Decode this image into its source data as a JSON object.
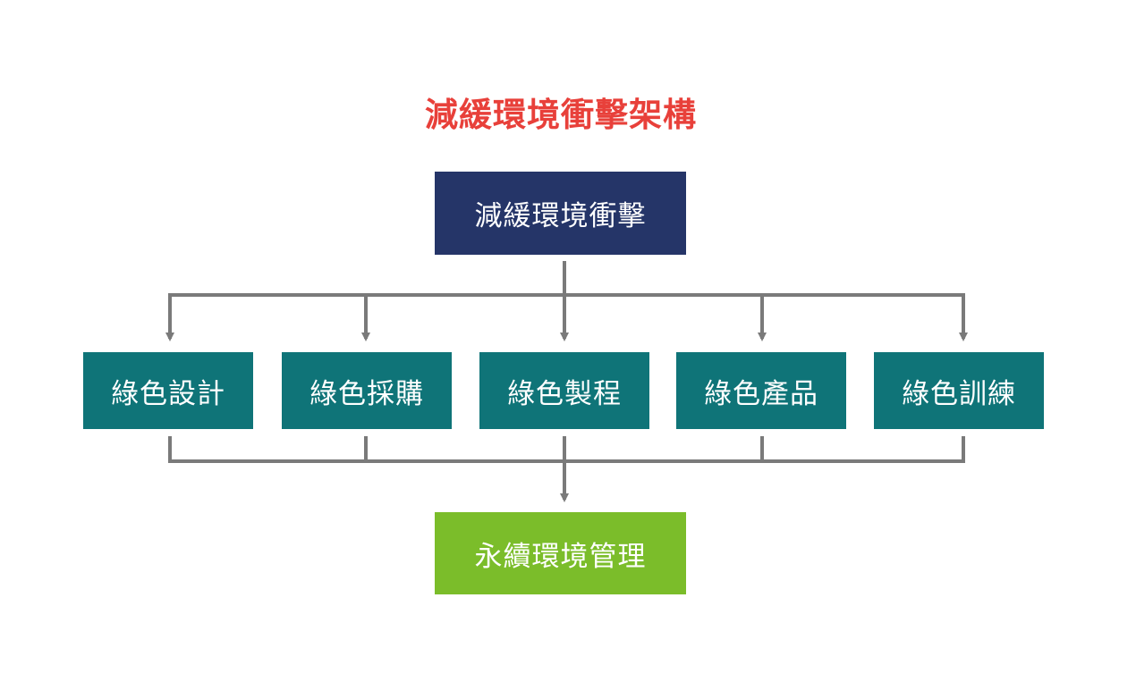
{
  "title": "減緩環境衝擊架構",
  "root": {
    "label": "減緩環境衝擊"
  },
  "branches": [
    {
      "id": "design",
      "label": "綠色設計"
    },
    {
      "id": "procurement",
      "label": "綠色採購"
    },
    {
      "id": "process",
      "label": "綠色製程"
    },
    {
      "id": "product",
      "label": "綠色產品"
    },
    {
      "id": "training",
      "label": "綠色訓練"
    }
  ],
  "outcome": {
    "label": "永續環境管理"
  },
  "colors": {
    "title": "#e8403a",
    "root_fill": "#253568",
    "branch_fill": "#0f7478",
    "outcome_fill": "#7bbd2a",
    "connector": "#7a7a7a",
    "text_on_box": "#ffffff"
  }
}
